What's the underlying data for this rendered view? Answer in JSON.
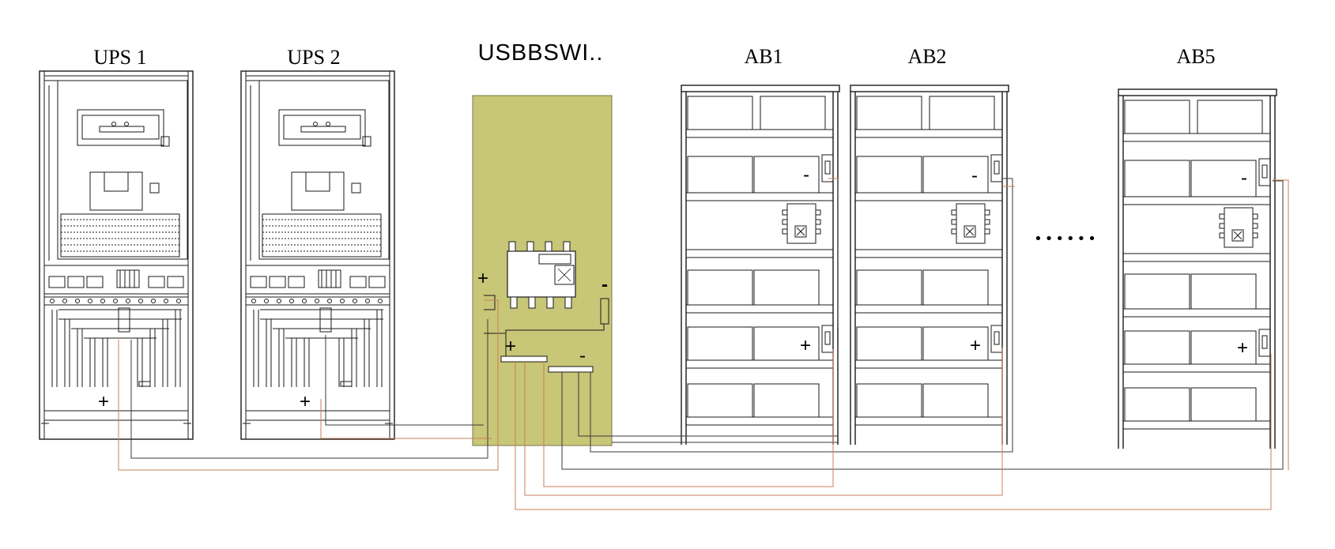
{
  "labels": {
    "ups1": "UPS 1",
    "ups2": "UPS 2",
    "switch": "USBBSWI..",
    "ab1": "AB1",
    "ab2": "AB2",
    "ab5": "AB5",
    "ellipsis": "••••••"
  },
  "signs": {
    "plus": "+",
    "minus": "-"
  },
  "colors": {
    "switch_fill": "#c8c677",
    "wire_negative": "#3a3a3a",
    "wire_positive": "#c9805a",
    "outline": "#1a1a1a"
  }
}
